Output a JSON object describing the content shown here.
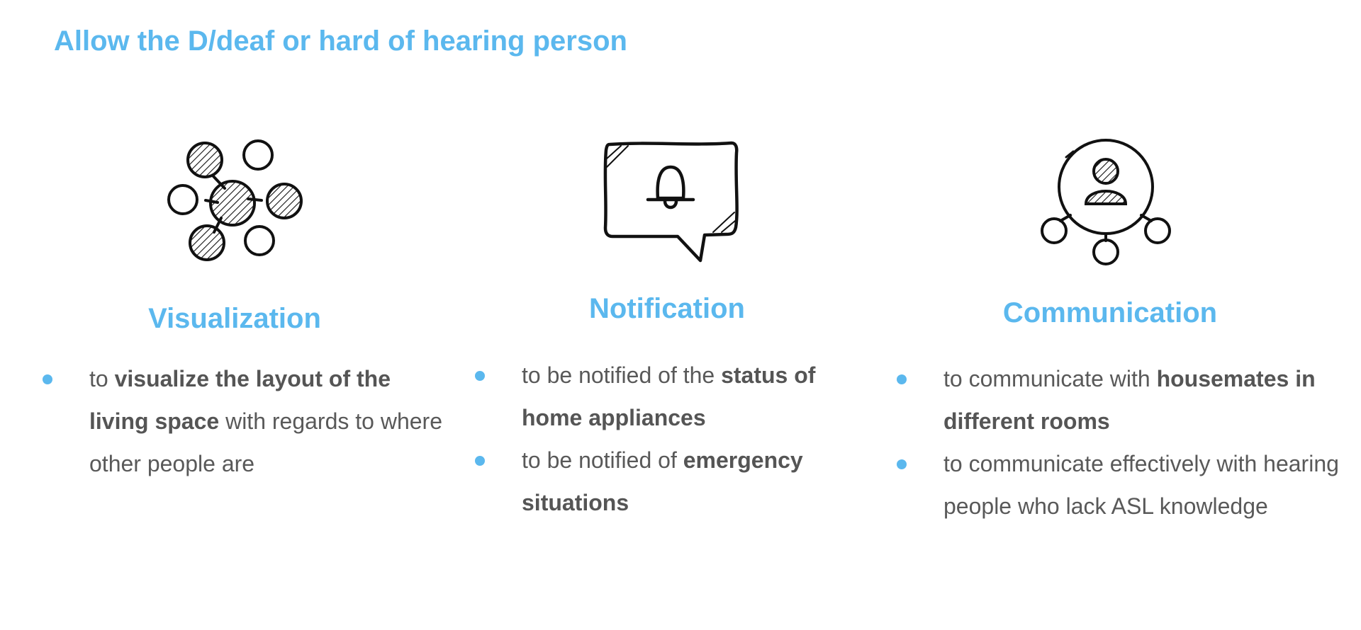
{
  "page": {
    "title": "Allow the D/deaf or hard of hearing person",
    "accent_color": "#5bb8ee",
    "text_color": "#595959"
  },
  "columns": [
    {
      "icon": "network-nodes-icon",
      "title": "Visualization",
      "bullets": [
        {
          "pre": "to ",
          "bold": "visualize the layout of the living space",
          "post": " with regards to where other people are"
        }
      ]
    },
    {
      "icon": "chat-bubble-bell-icon",
      "title": "Notification",
      "bullets": [
        {
          "pre": "to be notified of the ",
          "bold": "status of home appliances",
          "post": ""
        },
        {
          "pre": "to be notified of ",
          "bold": "emergency situations",
          "post": ""
        }
      ]
    },
    {
      "icon": "user-connections-icon",
      "title": "Communication",
      "bullets": [
        {
          "pre": "to communicate with ",
          "bold": "housemates in different rooms",
          "post": ""
        },
        {
          "pre": "to communicate effectively with hearing people who lack ASL knowledge",
          "bold": "",
          "post": ""
        }
      ]
    }
  ]
}
